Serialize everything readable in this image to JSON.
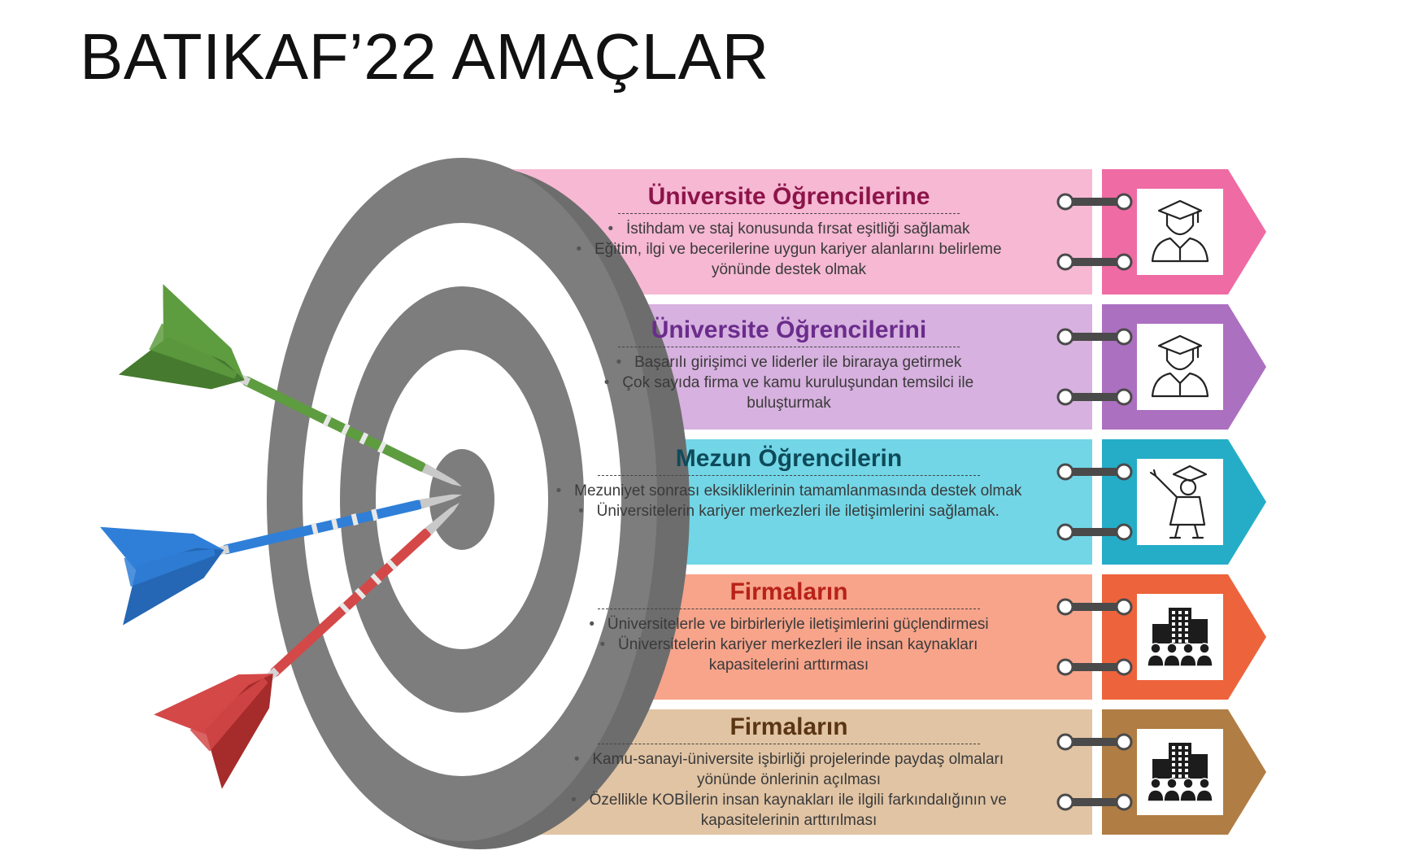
{
  "title": "BATIKAF’22 AMAÇLAR",
  "colors": {
    "target_dark": "#6d6d6d",
    "target_ring": "#7d7d7d",
    "dart_green": "#5e9c40",
    "dart_blue": "#2f7fd8",
    "dart_red": "#d44848"
  },
  "panels": [
    {
      "heading": "Üniversite Öğrencilerine",
      "heading_color": "#8c1448",
      "band_color": "#f6b8d3",
      "arrow_color": "#ef6ba4",
      "icon": "graduate-icon",
      "bullets": [
        "İstihdam ve staj konusunda fırsat eşitliği sağlamak",
        "Eğitim, ilgi ve becerilerine uygun kariyer alanlarını belirleme yönünde destek olmak"
      ]
    },
    {
      "heading": "Üniversite Öğrencilerini",
      "heading_color": "#6a2c8c",
      "band_color": "#d7b1df",
      "arrow_color": "#ac70c0",
      "icon": "graduate-icon",
      "bullets": [
        "Başarılı girişimci ve liderler ile biraraya getirmek",
        "Çok sayıda firma ve kamu kuruluşundan temsilci ile buluşturmak"
      ]
    },
    {
      "heading": "Mezun Öğrencilerin",
      "heading_color": "#0e4a5a",
      "band_color": "#72d6e6",
      "arrow_color": "#25adc7",
      "icon": "graduation-celebration-icon",
      "bullets": [
        "Mezuniyet sonrası eksikliklerinin tamamlanmasında destek olmak",
        "Üniversitelerin kariyer merkezleri ile iletişimlerini sağlamak."
      ]
    },
    {
      "heading": "Firmaların",
      "heading_color": "#b82218",
      "band_color": "#f7a48b",
      "arrow_color": "#ed643c",
      "icon": "company-people-icon",
      "bullets": [
        "Üniversitelerle ve birbirleriyle iletişimlerini güçlendirmesi",
        "Üniversitelerin kariyer merkezleri ile insan kaynakları kapasitelerini arttırması"
      ]
    },
    {
      "heading": "Firmaların",
      "heading_color": "#5a3514",
      "band_color": "#e1c4a4",
      "arrow_color": "#b07d44",
      "icon": "company-people-icon",
      "bullets": [
        "Kamu-sanayi-üniversite işbirliği projelerinde paydaş olmaları yönünde önlerinin açılması",
        "Özellikle KOBİlerin insan kaynakları ile ilgili farkındalığının ve kapasitelerinin arttırılması"
      ]
    }
  ]
}
